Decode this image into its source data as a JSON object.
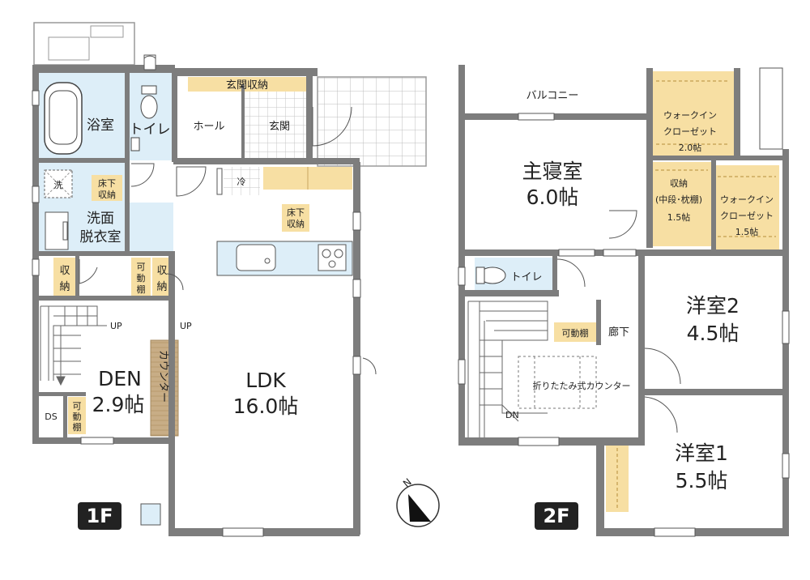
{
  "floor1": {
    "badge": "1F",
    "rooms": {
      "bath": "浴室",
      "toilet": "トイレ",
      "hall": "ホール",
      "entrance": "玄関",
      "entrance_storage": "玄関収納",
      "wash": "洗",
      "underfloor_storage_1a": "床下",
      "underfloor_storage_1b": "収納",
      "washroom_1": "洗面",
      "washroom_2": "脱衣室",
      "storage_a1": "収",
      "storage_a2": "納",
      "movable_shelf_a1": "可",
      "movable_shelf_a2": "動",
      "movable_shelf_a3": "棚",
      "storage_b1": "収",
      "storage_b2": "納",
      "fridge": "冷",
      "underfloor_storage_2a": "床下",
      "underfloor_storage_2b": "収納",
      "up_1": "UP",
      "up_2": "UP",
      "den_name": "DEN",
      "den_size": "2.9帖",
      "ds": "DS",
      "movable_shelf_b1": "可",
      "movable_shelf_b2": "動",
      "movable_shelf_b3": "棚",
      "counter": "カウンター",
      "ldk_name": "LDK",
      "ldk_size": "16.0帖"
    }
  },
  "floor2": {
    "badge": "2F",
    "rooms": {
      "balcony": "バルコニー",
      "wic1_a": "ウォークイン",
      "wic1_b": "クローゼット",
      "wic1_c": "2.0帖",
      "master_name": "主寝室",
      "master_size": "6.0帖",
      "storage_a": "収納",
      "storage_b": "(中段･枕棚)",
      "storage_c": "1.5帖",
      "wic2_a": "ウォークイン",
      "wic2_b": "クローゼット",
      "wic2_c": "1.5帖",
      "toilet": "トイレ",
      "movable_shelf": "可動棚",
      "corridor": "廊下",
      "folding_counter": "折りたたみ式カウンター",
      "dn": "DN",
      "western2_name": "洋室2",
      "western2_size": "4.5帖",
      "western1_name": "洋室1",
      "western1_size": "5.5帖"
    }
  },
  "compass": {
    "label": "N"
  },
  "colors": {
    "wall": "#7d7d7d",
    "wet_area": "#ddeef8",
    "storage": "#f7dfa3",
    "counter": "#c8ad86",
    "grid": "#b9b9b9"
  }
}
